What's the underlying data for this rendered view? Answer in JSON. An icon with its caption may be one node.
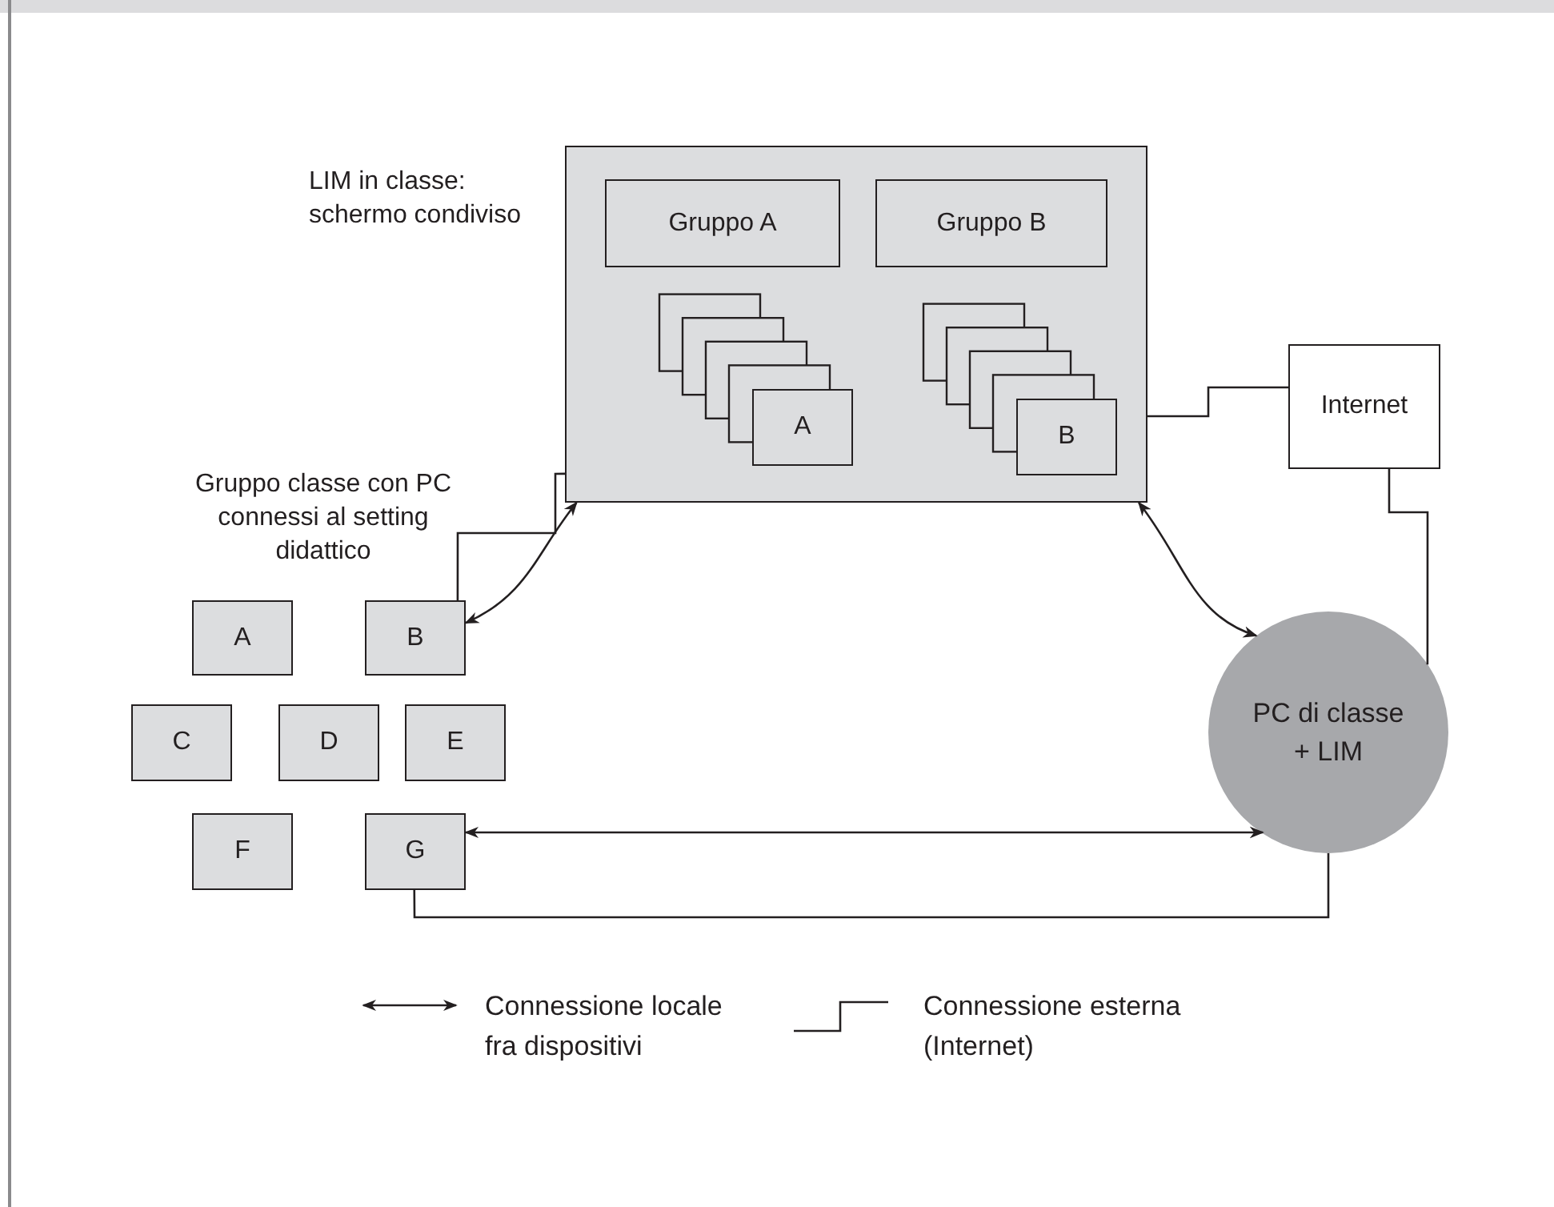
{
  "diagram": {
    "nodes": [
      {
        "text": [],
        "shape": "box",
        "beside": [
          "LIM in classe: schermo condiviso"
        ]
      },
      {
        "text": [
          "Gruppo A"
        ],
        "in": 0
      },
      {
        "text": [
          "Gruppo B"
        ],
        "in": 0
      },
      {
        "text": [
          "A"
        ],
        "in": 0
      },
      {
        "text": [
          "B"
        ],
        "in": 0
      },
      {
        "text": [
          "Internet"
        ]
      },
      {
        "text": [
          "A"
        ]
      },
      {
        "text": [
          "B"
        ]
      },
      {
        "text": [
          "C"
        ]
      },
      {
        "text": [
          "D"
        ]
      },
      {
        "text": [
          "E"
        ]
      },
      {
        "text": [
          "F"
        ]
      },
      {
        "text": [
          "G"
        ]
      },
      {
        "text": [
          "PC di classe + LIM"
        ]
      }
    ],
    "edges": [
      {
        "from": 7,
        "to": 0,
        "arrow": "both"
      },
      {
        "from": 0,
        "to": 13,
        "arrow": "both"
      },
      {
        "from": 12,
        "to": 13,
        "arrow": "both"
      },
      {
        "from": 0,
        "to": 7,
        "arrow": "none"
      },
      {
        "from": 0,
        "to": 5,
        "arrow": "none"
      },
      {
        "from": 5,
        "to": 13,
        "arrow": "none"
      },
      {
        "from": 12,
        "to": 13,
        "arrow": "none"
      }
    ],
    "labels": [
      "Gruppo classe con PC connessi al setting didattico"
    ],
    "legend": [
      {
        "text": "Connessione locale fra dispositivi"
      },
      {
        "text": "Connessione esterna (Internet)"
      }
    ]
  }
}
